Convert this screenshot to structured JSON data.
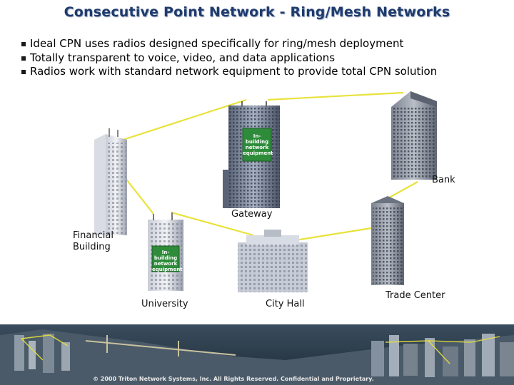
{
  "title": "Consecutive Point Network -  Ring/Mesh Networks",
  "bullets": [
    "Ideal CPN uses radios designed specifically for ring/mesh deployment",
    "Totally transparent to voice, video, and data applications",
    "Radios work with standard network equipment to provide total CPN solution"
  ],
  "nodes": {
    "bank": "Bank",
    "gateway": "Gateway",
    "financial_line1": "Financial",
    "financial_line2": "Building",
    "university": "University",
    "city_hall": "City Hall",
    "trade_center": "Trade Center"
  },
  "equipment_label": [
    "In-building",
    "network",
    "equipment"
  ],
  "footer": "© 2000 Triton Network Systems, Inc. All Rights Reserved. Confidential and Proprietary.",
  "colors": {
    "title": "#1f3b6e",
    "link": "#e8e23a",
    "equipment": "#2e8b3a"
  }
}
